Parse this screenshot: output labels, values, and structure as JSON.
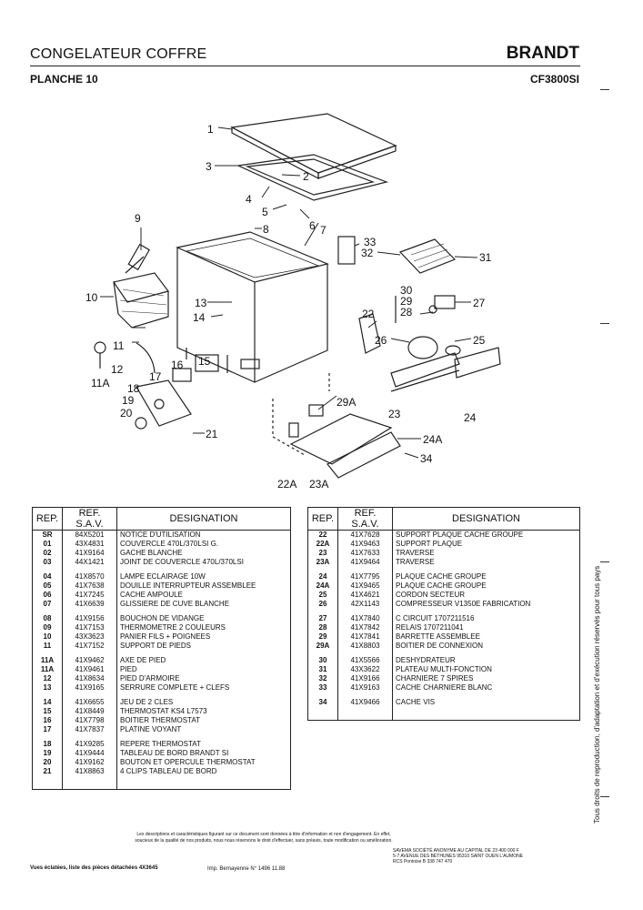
{
  "header": {
    "title": "CONGELATEUR COFFRE",
    "brand": "BRANDT",
    "planche": "PLANCHE 10",
    "model": "CF3800SI"
  },
  "diagram": {
    "callouts": [
      "1",
      "2",
      "3",
      "4",
      "5",
      "6",
      "7",
      "8",
      "9",
      "10",
      "11",
      "11A",
      "12",
      "13",
      "14",
      "15",
      "16",
      "17",
      "18",
      "19",
      "20",
      "21",
      "22",
      "22A",
      "23",
      "23A",
      "24",
      "24A",
      "25",
      "26",
      "27",
      "28",
      "29",
      "29A",
      "30",
      "31",
      "32",
      "33",
      "34"
    ]
  },
  "table": {
    "headers": {
      "rep": "REP.",
      "ref": "REF. S.A.V.",
      "designation": "DESIGNATION"
    },
    "left": [
      [
        [
          "SR",
          "84X5201",
          "NOTICE D'UTILISATION"
        ],
        [
          "01",
          "43X4831",
          "COUVERCLE 470L/370LSI G."
        ],
        [
          "02",
          "41X9164",
          "GACHE BLANCHE"
        ],
        [
          "03",
          "44X1421",
          "JOINT DE COUVERCLE 470L/370LSI"
        ]
      ],
      [
        [
          "04",
          "41X8570",
          "LAMPE ECLAIRAGE 10W"
        ],
        [
          "05",
          "41X7638",
          "DOUILLE INTERRUPTEUR ASSEMBLEE"
        ],
        [
          "06",
          "41X7245",
          "CACHE AMPOULE"
        ],
        [
          "07",
          "41X6639",
          "GLISSIERE DE CUVE BLANCHE"
        ]
      ],
      [
        [
          "08",
          "41X9156",
          "BOUCHON DE VIDANGE"
        ],
        [
          "09",
          "41X7153",
          "THERMOMETRE 2 COULEURS"
        ],
        [
          "10",
          "43X3623",
          "PANIER FILS + POIGNEES"
        ],
        [
          "11",
          "41X7152",
          "SUPPORT DE PIEDS"
        ]
      ],
      [
        [
          "11A",
          "41X9462",
          "AXE DE PIED"
        ],
        [
          "11A",
          "41X9461",
          "PIED"
        ],
        [
          "12",
          "41X8634",
          "PIED D'ARMOIRE"
        ],
        [
          "13",
          "41X9165",
          "SERRURE COMPLETE + CLEFS"
        ]
      ],
      [
        [
          "14",
          "41X6655",
          "JEU DE 2 CLES"
        ],
        [
          "15",
          "41X8449",
          "THERMOSTAT KS4 L7573"
        ],
        [
          "16",
          "41X7798",
          "BOITIER THERMOSTAT"
        ],
        [
          "17",
          "41X7837",
          "PLATINE VOYANT"
        ]
      ],
      [
        [
          "18",
          "41X9285",
          "REPERE THERMOSTAT"
        ],
        [
          "19",
          "41X9444",
          "TABLEAU DE BORD BRANDT SI"
        ],
        [
          "20",
          "41X9162",
          "BOUTON ET OPERCULE THERMOSTAT"
        ],
        [
          "21",
          "41X8863",
          "4 CLIPS TABLEAU DE BORD"
        ]
      ]
    ],
    "right": [
      [
        [
          "22",
          "41X7628",
          "SUPPORT PLAQUE CACHE GROUPE"
        ],
        [
          "22A",
          "41X9463",
          "SUPPORT PLAQUE"
        ],
        [
          "23",
          "41X7633",
          "TRAVERSE"
        ],
        [
          "23A",
          "41X9464",
          "TRAVERSE"
        ]
      ],
      [
        [
          "24",
          "41X7795",
          "PLAQUE CACHE GROUPE"
        ],
        [
          "24A",
          "41X9465",
          "PLAQUE CACHE GROUPE"
        ],
        [
          "25",
          "41X4621",
          "CORDON SECTEUR"
        ],
        [
          "26",
          "42X1143",
          "COMPRESSEUR V1350E FABRICATION"
        ]
      ],
      [
        [
          "27",
          "41X7840",
          "C CIRCUIT 1707211516"
        ],
        [
          "28",
          "41X7842",
          "RELAIS 1707211041"
        ],
        [
          "29",
          "41X7841",
          "BARRETTE ASSEMBLEE"
        ],
        [
          "29A",
          "41X8803",
          "BOITIER DE CONNEXION"
        ]
      ],
      [
        [
          "30",
          "41X5566",
          "DESHYDRATEUR"
        ],
        [
          "31",
          "43X3622",
          "PLATEAU MULTI-FONCTION"
        ],
        [
          "32",
          "41X9166",
          "CHARNIERE 7 SPIRES"
        ],
        [
          "33",
          "41X9163",
          "CACHE CHARNIERE BLANC"
        ]
      ],
      [
        [
          "34",
          "41X9466",
          "CACHE VIS"
        ]
      ]
    ]
  },
  "footer": {
    "side_text": "Tous droits de reproduction, d'adaptation et d'exécution réservés pour tous pays",
    "disclaimer": "Les descriptions et caractéristiques figurant sur ce document sont données à titre d'information et non d'engagement. En effet, soucieux de la qualité de nos produits, nous nous réservons le droit d'effectuer, sans préavis, toute modification ou amélioration.",
    "company_line1": "SAVEMA SOCIÉTÉ ANONYME AU CAPITAL DE 23 400 000 F",
    "company_line2": "5-7 AVENUE DES BÉTHUNES 95310 SAINT OUEN L'AUMONE",
    "company_line3": "RCS Pontoise B 338 747 470",
    "left_note": "Vues éclatées, liste des pièces détachées 4X3645",
    "imprint": "Imp. Bernayenne N° 1496 11.88"
  }
}
